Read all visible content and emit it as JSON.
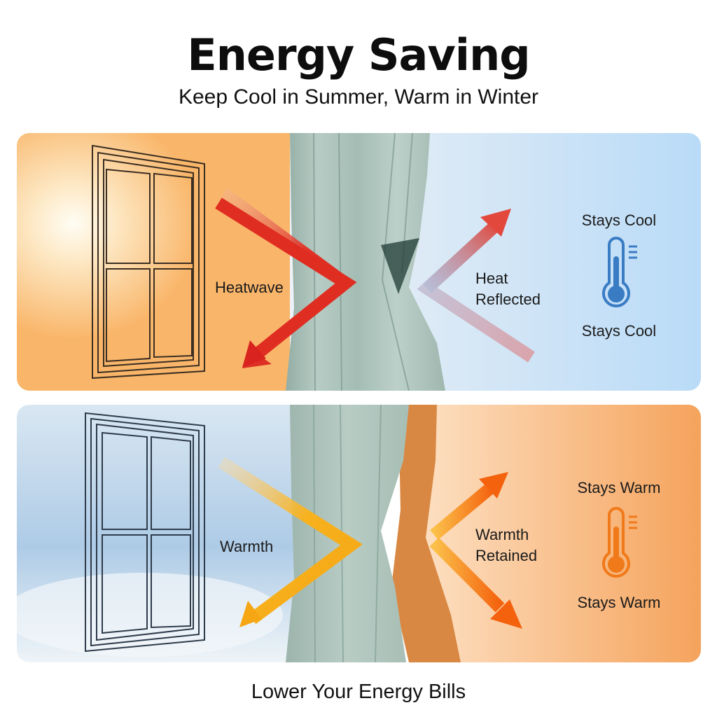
{
  "header": {
    "title": "Energy Saving",
    "subtitle": "Keep Cool in Summer, Warm in Winter"
  },
  "summer": {
    "incoming_label": "Heatwave",
    "reflected_line1": "Heat",
    "reflected_line2": "Reflected",
    "status_top": "Stays Cool",
    "status_bottom": "Stays Cool",
    "thermometer_icon": "thermometer-cool-icon",
    "accent": "#3a7cc4"
  },
  "winter": {
    "incoming_label": "Warmth",
    "retained_line1": "Warmth",
    "retained_line2": "Retained",
    "status_top": "Stays Warm",
    "status_bottom": "Stays Warm",
    "thermometer_icon": "thermometer-warm-icon",
    "accent": "#f07a1a"
  },
  "footer": {
    "tagline": "Lower Your Energy Bills"
  }
}
